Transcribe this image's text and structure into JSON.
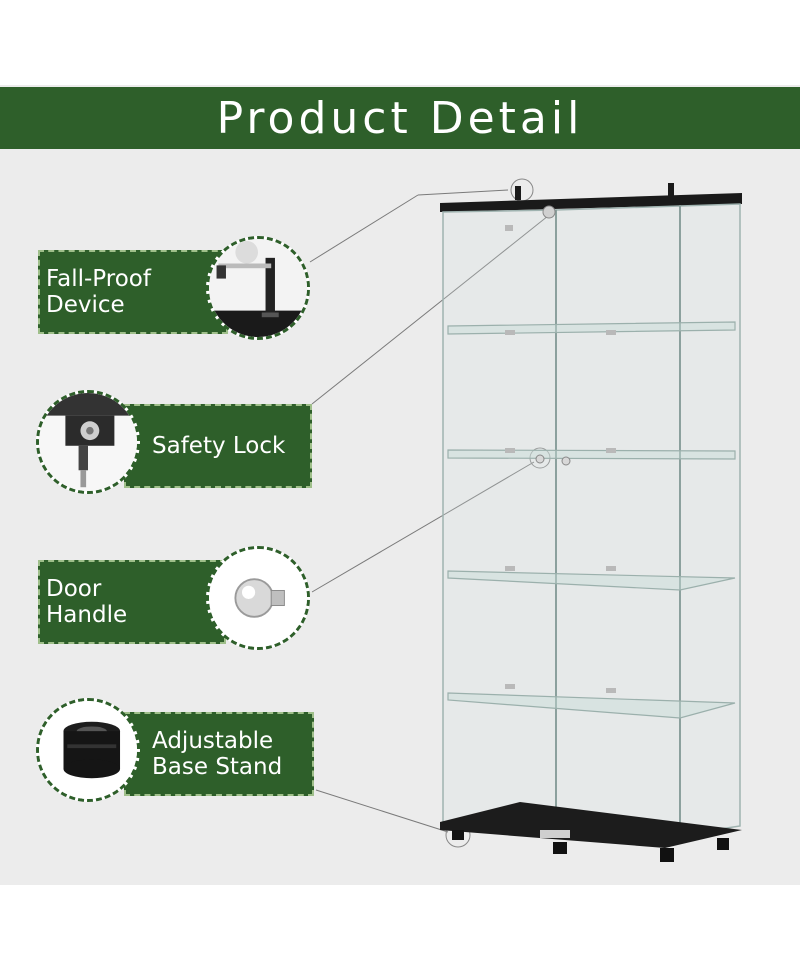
{
  "header": {
    "title": "Product Detail"
  },
  "features": [
    {
      "label": "Fall-Proof Device",
      "line1": "Fall-Proof",
      "line2": "Device",
      "icon": "fall-proof-bracket-icon"
    },
    {
      "label": "Safety Lock",
      "icon": "lock-icon"
    },
    {
      "label": "Door Handle",
      "icon": "knob-icon"
    },
    {
      "label": "Adjustable Base Stand",
      "line1": "Adjustable",
      "line2": "Base Stand",
      "icon": "foot-stand-icon"
    }
  ],
  "colors": {
    "brand_green": "#2e5f2a",
    "background": "#ececec",
    "cabinet_black": "#1a1a1a"
  }
}
